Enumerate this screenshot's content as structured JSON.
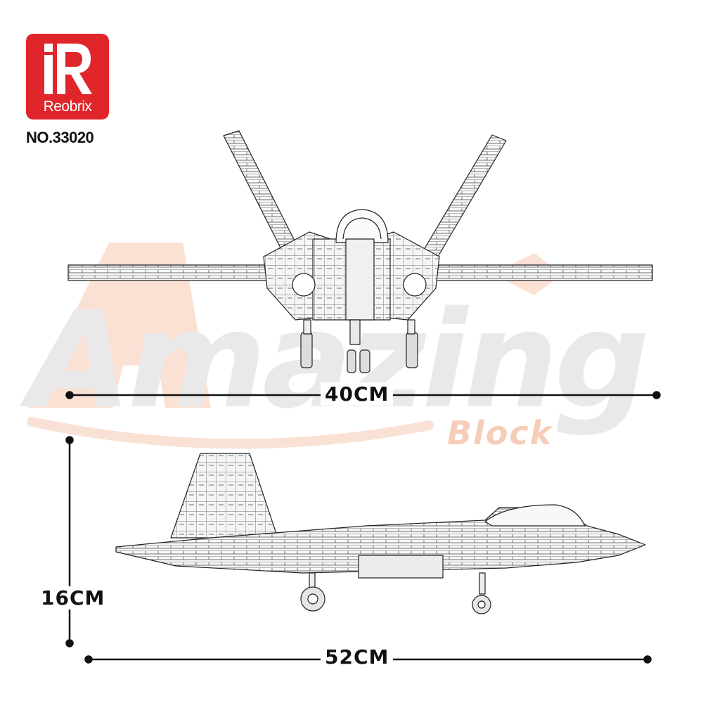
{
  "brand": {
    "name": "Reobrix",
    "logo_letters": "iR",
    "logo_color": "#e0262b"
  },
  "product": {
    "number": "NO.33020"
  },
  "watermark": {
    "line1": "Amazing",
    "line2": "Block",
    "color": "#f2c4a8"
  },
  "dimensions": {
    "width": "40CM",
    "height": "16CM",
    "length": "52CM"
  },
  "views": {
    "front": "front-view",
    "side": "side-view"
  }
}
